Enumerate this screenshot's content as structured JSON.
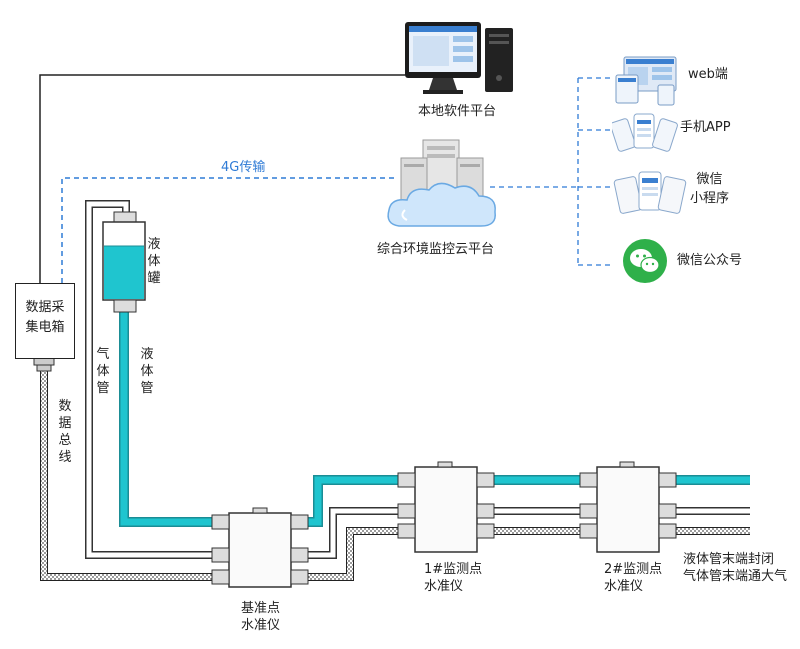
{
  "labels": {
    "local_platform": "本地软件平台",
    "cloud_platform": "综合环境监控云平台",
    "transmission": "4G传输",
    "web": "web端",
    "app": "手机APP",
    "mini_program": "微信\n小程序",
    "official_account": "微信公众号",
    "collector": "数据采集电箱",
    "data_bus": "数据总线",
    "gas_pipe": "气体管",
    "liquid_pipe": "液体管",
    "liquid_tank": "液体罐",
    "reference_point": "基准点",
    "reference_instrument": "水准仪",
    "point1": "1#监测点",
    "point1_instrument": "水准仪",
    "point2": "2#监测点",
    "point2_instrument": "水准仪",
    "note_liquid": "液体管末端封闭",
    "note_gas": "气体管末端通大气"
  },
  "colors": {
    "liquid": "#1fc5cf",
    "link_blue": "#2f7bd6",
    "wechat_green": "#2fb04a"
  },
  "icons": [
    "computer-icon",
    "server-cloud-icon",
    "web-screen-icon",
    "phone-app-icon",
    "mini-program-icon",
    "wechat-icon"
  ]
}
